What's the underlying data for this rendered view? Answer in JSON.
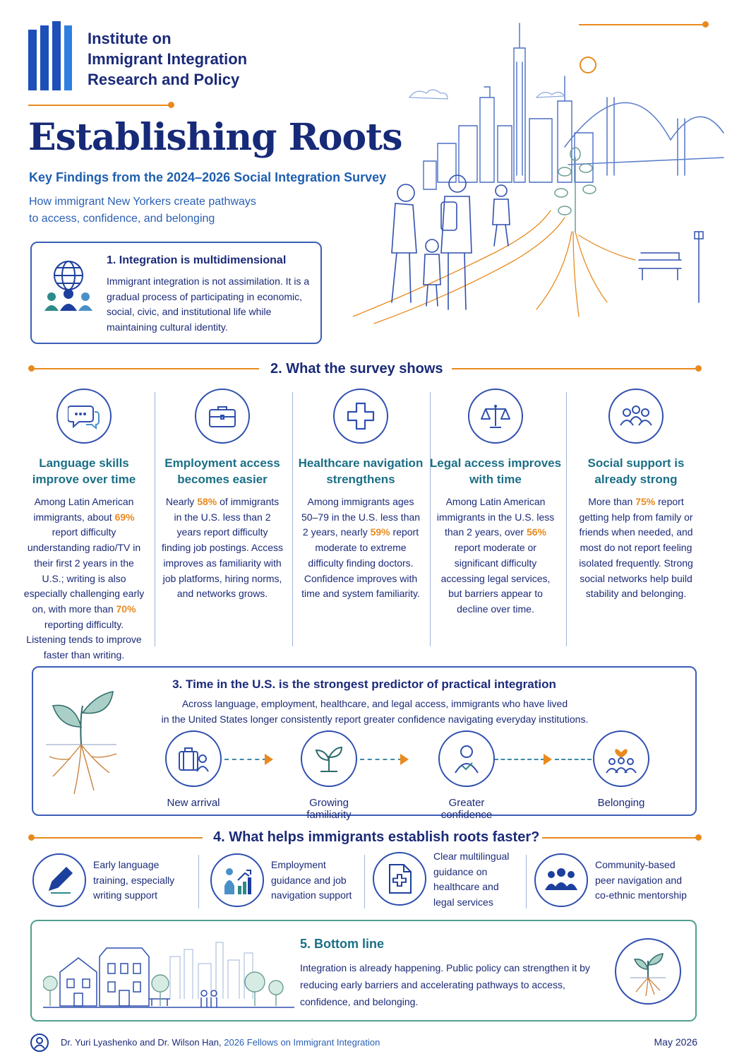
{
  "header": {
    "org_line1": "Institute on",
    "org_line2": "Immigrant Integration",
    "org_line3": "Research and Policy",
    "title": "Establishing Roots",
    "subtitle": "Key Findings from the 2024–2026 Social Integration Survey",
    "lead_line1": "How immigrant New Yorkers create pathways",
    "lead_line2": "to access, confidence, and belonging"
  },
  "section1": {
    "heading": "1.  Integration is multidimensional",
    "body": "Immigrant integration is not assimilation. It is a gradual process of participating in economic, social, civic, and institutional life while maintaining cultural identity."
  },
  "section2": {
    "heading": "2. What the survey shows",
    "columns": [
      {
        "icon": "chat-bubble-icon",
        "title": "Language skills improve over time",
        "p1": "Among Latin American immigrants, about ",
        "h1": "69%",
        "p2": " report difficulty understanding radio/TV in their first 2 years in the U.S.; writing is also especially challenging early on, with more than ",
        "h2": "70%",
        "p3": " reporting difficulty. Listening tends to improve faster than writing."
      },
      {
        "icon": "briefcase-icon",
        "title": "Employment access becomes easier",
        "p1": "Nearly ",
        "h1": "58%",
        "p2": " of immigrants in the U.S. less than 2 years report difficulty finding job postings. Access improves as familiarity with job platforms, hiring norms, and networks grows.",
        "h2": "",
        "p3": ""
      },
      {
        "icon": "medical-cross-icon",
        "title": "Healthcare navigation strengthens",
        "p1": "Among immigrants ages 50–79 in the U.S. less than 2 years, nearly ",
        "h1": "59%",
        "p2": " report moderate to extreme difficulty finding doctors. Confidence improves with time and system familiarity.",
        "h2": "",
        "p3": ""
      },
      {
        "icon": "scales-icon",
        "title": "Legal access improves with time",
        "p1": "Among Latin American immigrants in the U.S. less than 2 years, over ",
        "h1": "56%",
        "p2": " report moderate or significant difficulty accessing legal services, but barriers appear to decline over time.",
        "h2": "",
        "p3": ""
      },
      {
        "icon": "people-group-icon",
        "title": "Social support is already strong",
        "p1": "More than ",
        "h1": "75%",
        "p2": " report getting help from family or friends when needed, and most do not report feeling isolated frequently. Strong social networks help build stability and belonging.",
        "h2": "",
        "p3": ""
      }
    ]
  },
  "section3": {
    "heading": "3.  Time in the U.S. is the strongest predictor of practical integration",
    "body_line1": "Across language, employment, healthcare, and legal access, immigrants who have lived",
    "body_line2": "in the United States longer consistently report greater confidence navigating everyday institutions.",
    "stages": [
      "New arrival",
      "Growing familiarity",
      "Greater confidence",
      "Belonging"
    ]
  },
  "section4": {
    "heading": "4. What helps immigrants establish roots faster?",
    "items": [
      {
        "icon": "pencil-icon",
        "l1": "Early language",
        "l2": "training, especially",
        "l3": "writing support",
        "l4": ""
      },
      {
        "icon": "growth-chart-icon",
        "l1": "Employment",
        "l2": "guidance and job",
        "l3": "navigation support",
        "l4": ""
      },
      {
        "icon": "document-cross-icon",
        "l1": "Clear multilingual",
        "l2": "guidance on",
        "l3": "healthcare and",
        "l4": "legal services"
      },
      {
        "icon": "community-icon",
        "l1": "Community-based",
        "l2": "peer navigation and",
        "l3": "co-ethnic mentorship",
        "l4": ""
      }
    ]
  },
  "section5": {
    "heading": "5. Bottom line",
    "body": "Integration is already happening. Public policy can strengthen it by reducing early barriers and accelerating pathways to access, confidence, and belonging."
  },
  "footer": {
    "authors": "Dr. Yuri Lyashenko and Dr. Wilson Han,",
    "fellows": " 2026 Fellows on Immigrant Integration",
    "date": "May 2026"
  },
  "colors": {
    "navy": "#1b2a78",
    "teal": "#1b6f86",
    "accent": "#e88a1e",
    "blue": "#2f4fae"
  }
}
